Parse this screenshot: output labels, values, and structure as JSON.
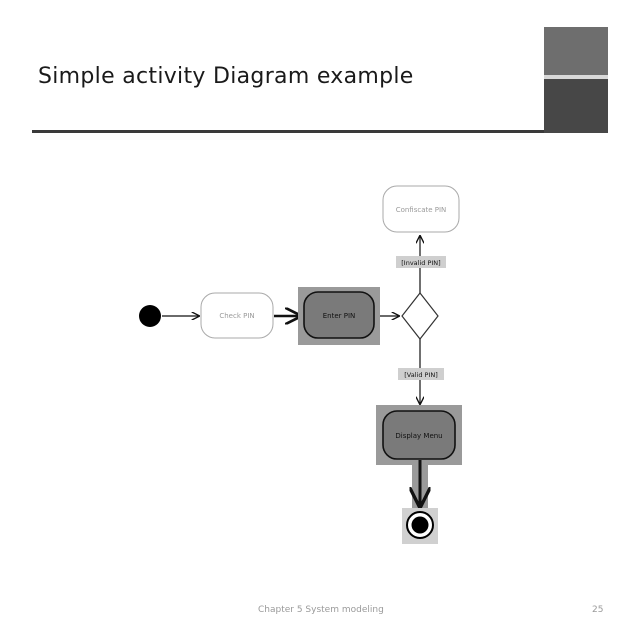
{
  "slide": {
    "title": "Simple activity Diagram example",
    "footer": "Chapter 5 System modeling",
    "page_number": "25"
  },
  "diagram": {
    "nodes": {
      "check_pin": "Check PIN",
      "enter_pin": "Enter PIN",
      "confiscate_pin": "Confiscate PIN",
      "display_menu": "Display Menu"
    },
    "guards": {
      "invalid_pin": "[Invalid PIN]",
      "valid_pin": "[Valid PIN]"
    }
  }
}
